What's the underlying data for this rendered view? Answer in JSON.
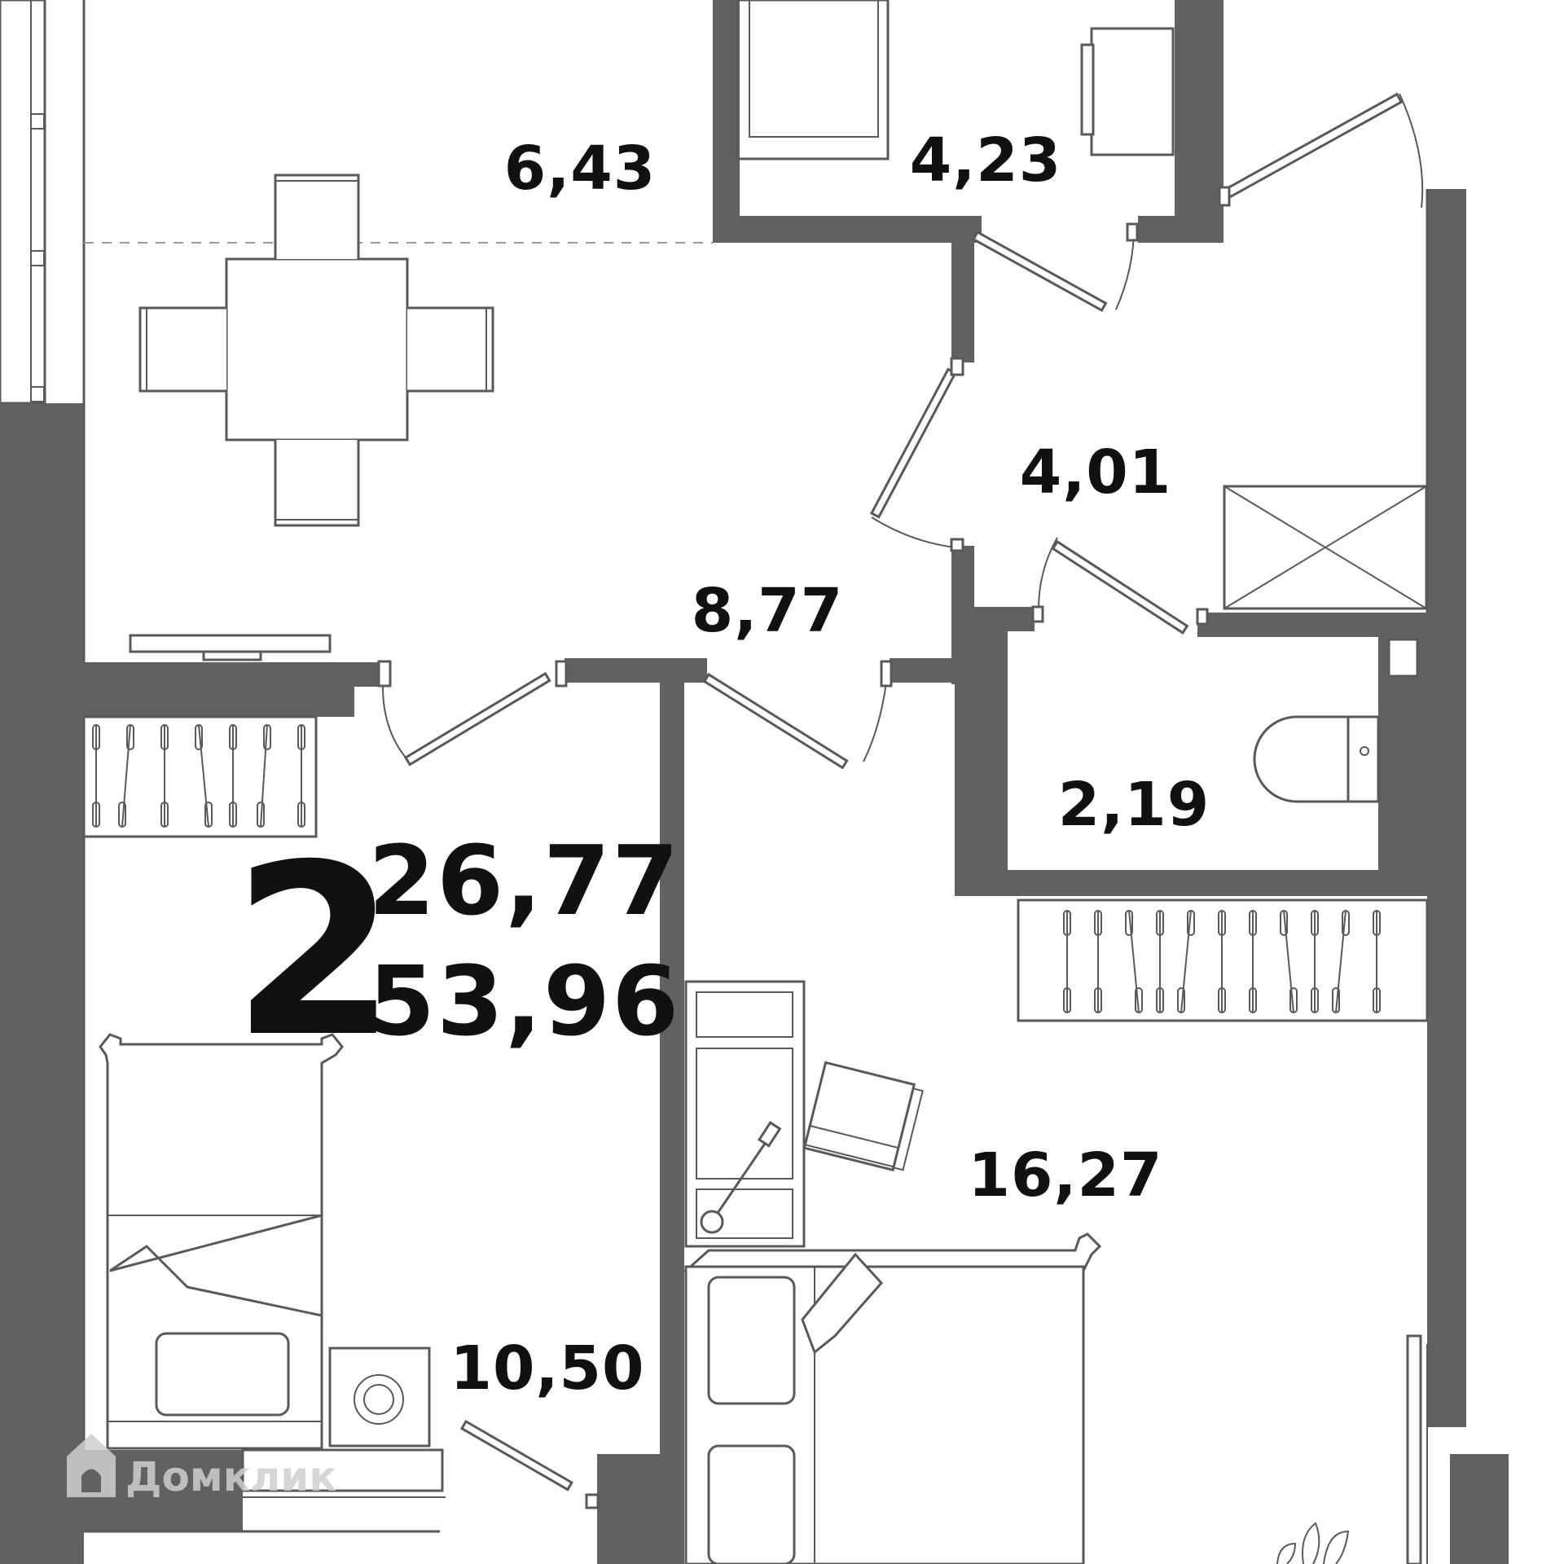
{
  "plan": {
    "room_count": "2",
    "living_area": "26,77",
    "total_area": "53,96",
    "rooms": [
      {
        "id": "loggia",
        "area": "6,43"
      },
      {
        "id": "bathroom",
        "area": "4,23"
      },
      {
        "id": "hallway",
        "area": "4,01"
      },
      {
        "id": "kitchen",
        "area": "8,77"
      },
      {
        "id": "toilet",
        "area": "2,19"
      },
      {
        "id": "bedroom-small",
        "area": "10,50"
      },
      {
        "id": "bedroom-large",
        "area": "16,27"
      }
    ]
  },
  "watermark": {
    "text": "Домклик"
  },
  "colors": {
    "wall": "#606162",
    "line": "#58595b",
    "text": "#111111",
    "background": "#ffffff"
  }
}
